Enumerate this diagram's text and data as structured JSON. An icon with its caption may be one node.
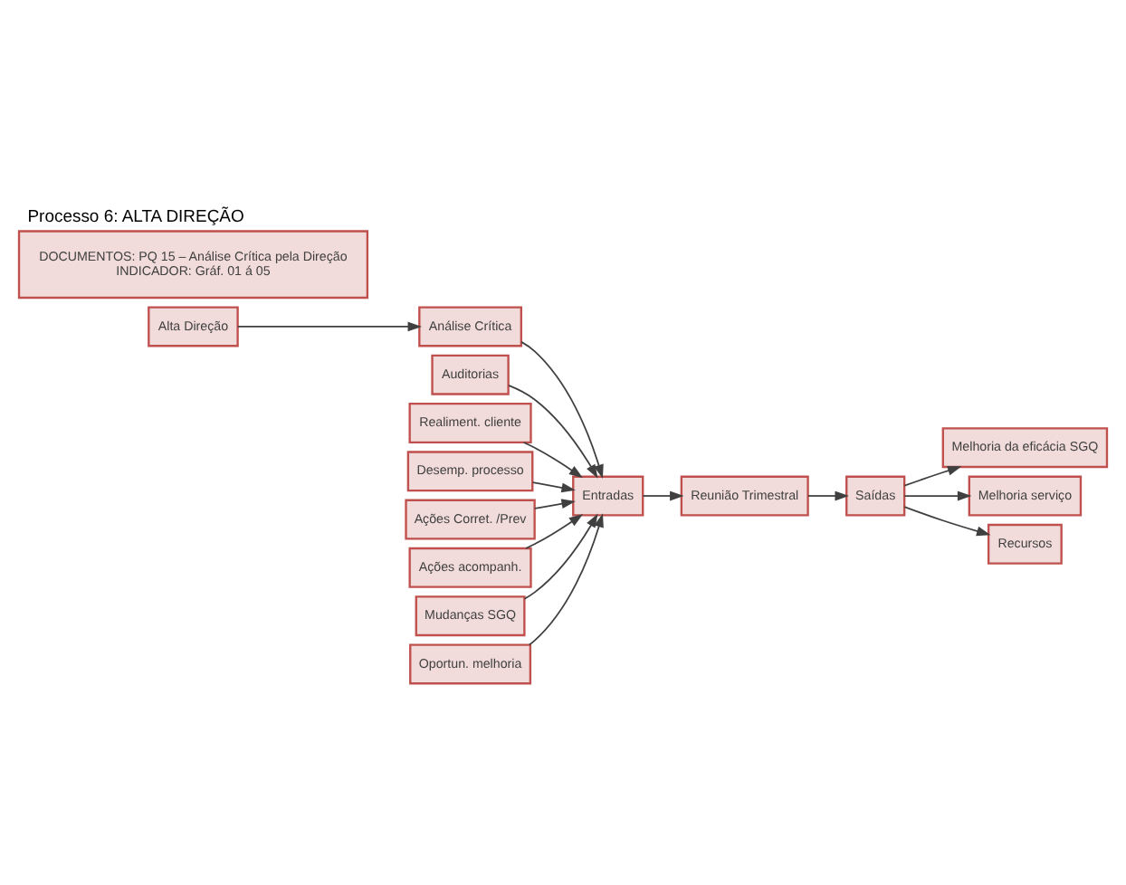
{
  "diagram": {
    "title": "Processo 6: ALTA DIREÇÃO",
    "nodes": [
      {
        "text": [
          "Alta Direção"
        ]
      },
      {
        "text": [
          "Análise Crítica"
        ]
      },
      {
        "text": [
          "Entradas"
        ]
      },
      {
        "text": [
          "Reunião Trimestral"
        ]
      },
      {
        "text": [
          "Saídas"
        ]
      },
      {
        "text": [
          "Auditorias"
        ]
      },
      {
        "text": [
          "Realiment. cliente"
        ]
      },
      {
        "text": [
          "Desemp. processo"
        ]
      },
      {
        "text": [
          "Ações Corret. /Prev"
        ]
      },
      {
        "text": [
          "Ações acompanh."
        ]
      },
      {
        "text": [
          "Mudanças SGQ"
        ]
      },
      {
        "text": [
          "Oportun. melhoria"
        ]
      },
      {
        "text": [
          "Melhoria da eficácia SGQ"
        ]
      },
      {
        "text": [
          "Melhoria serviço"
        ]
      },
      {
        "text": [
          "Recursos"
        ]
      },
      {
        "text": [
          "DOCUMENTOS: PQ 15 – Análise Crítica pela Direção",
          "INDICADOR: Gráf. 01 á 05"
        ]
      }
    ],
    "edges": [
      {
        "from": 0,
        "to": 1,
        "arrow": "to"
      },
      {
        "from": 1,
        "to": 2,
        "arrow": "to"
      },
      {
        "from": 2,
        "to": 3,
        "arrow": "to"
      },
      {
        "from": 3,
        "to": 4,
        "arrow": "to"
      },
      {
        "from": 5,
        "to": 2,
        "arrow": "to"
      },
      {
        "from": 6,
        "to": 2,
        "arrow": "to"
      },
      {
        "from": 7,
        "to": 2,
        "arrow": "to"
      },
      {
        "from": 8,
        "to": 2,
        "arrow": "to"
      },
      {
        "from": 9,
        "to": 2,
        "arrow": "to"
      },
      {
        "from": 10,
        "to": 2,
        "arrow": "to"
      },
      {
        "from": 11,
        "to": 2,
        "arrow": "to"
      },
      {
        "from": 4,
        "to": 12,
        "arrow": "to"
      },
      {
        "from": 4,
        "to": 13,
        "arrow": "to"
      },
      {
        "from": 4,
        "to": 14,
        "arrow": "to"
      }
    ]
  }
}
